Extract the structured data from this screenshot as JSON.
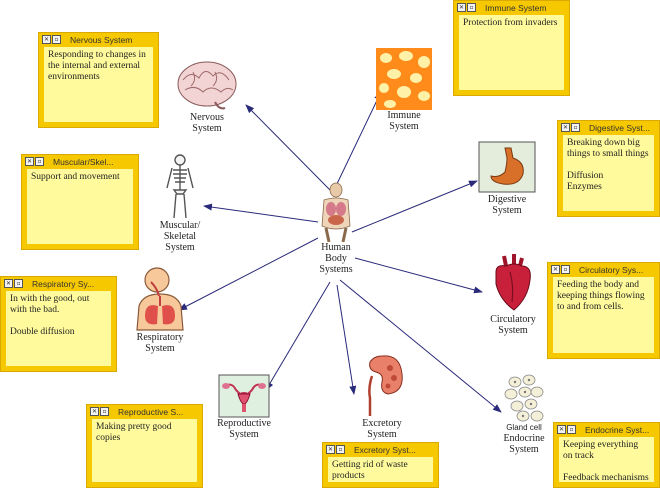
{
  "center": {
    "label": "Human\nBody\nSystems"
  },
  "nodes": {
    "nervous": {
      "label": "Nervous\nSystem",
      "icon": "brain-icon"
    },
    "immune": {
      "label": "Immune\nSystem",
      "icon": "immune-cells-icon"
    },
    "digestive": {
      "label": "Digestive\nSystem",
      "icon": "stomach-icon"
    },
    "muscular": {
      "label": "Muscular/\nSkeletal\nSystem",
      "icon": "skeleton-icon"
    },
    "circulatory": {
      "label": "Circulatory\nSystem",
      "icon": "heart-icon"
    },
    "respiratory": {
      "label": "Respiratory\nSystem",
      "icon": "lungs-icon"
    },
    "reproductive": {
      "label": "Reproductive\nSystem",
      "icon": "uterus-icon"
    },
    "excretory": {
      "label": "Excretory\nSystem",
      "icon": "kidney-icon"
    },
    "endocrine": {
      "label": "Endocrine\nSystem",
      "icon": "gland-cells-icon",
      "icon_caption": "Gland cell"
    }
  },
  "notes": {
    "nervous": {
      "title": "Nervous System",
      "text": "Responding to changes in the internal and external environments"
    },
    "immune": {
      "title": "Immune System",
      "text": "Protection from invaders"
    },
    "digestive": {
      "title": "Digestive Syst...",
      "text": "Breaking down big things to small things\n\nDiffusion\nEnzymes"
    },
    "muscular": {
      "title": "Muscular/Skel...",
      "text": "Support and movement"
    },
    "circulatory": {
      "title": "Circulatory Sys...",
      "text": "Feeding the body and keeping things flowing to and from cells."
    },
    "respiratory": {
      "title": "Respiratory Sy...",
      "text": "In with the good, out with the bad.\n\nDouble diffusion"
    },
    "reproductive": {
      "title": "Reproductive S...",
      "text": "Making pretty good copies"
    },
    "excretory": {
      "title": "Excretory Syst...",
      "text": "Getting rid of waste products"
    },
    "endocrine": {
      "title": "Endocrine Syst...",
      "text": "Keeping everything on track\n\nFeedback mechanisms"
    }
  },
  "colors": {
    "arrow": "#2a2a7a",
    "note_frame": "#f6c800",
    "note_body": "#fffb9c"
  }
}
